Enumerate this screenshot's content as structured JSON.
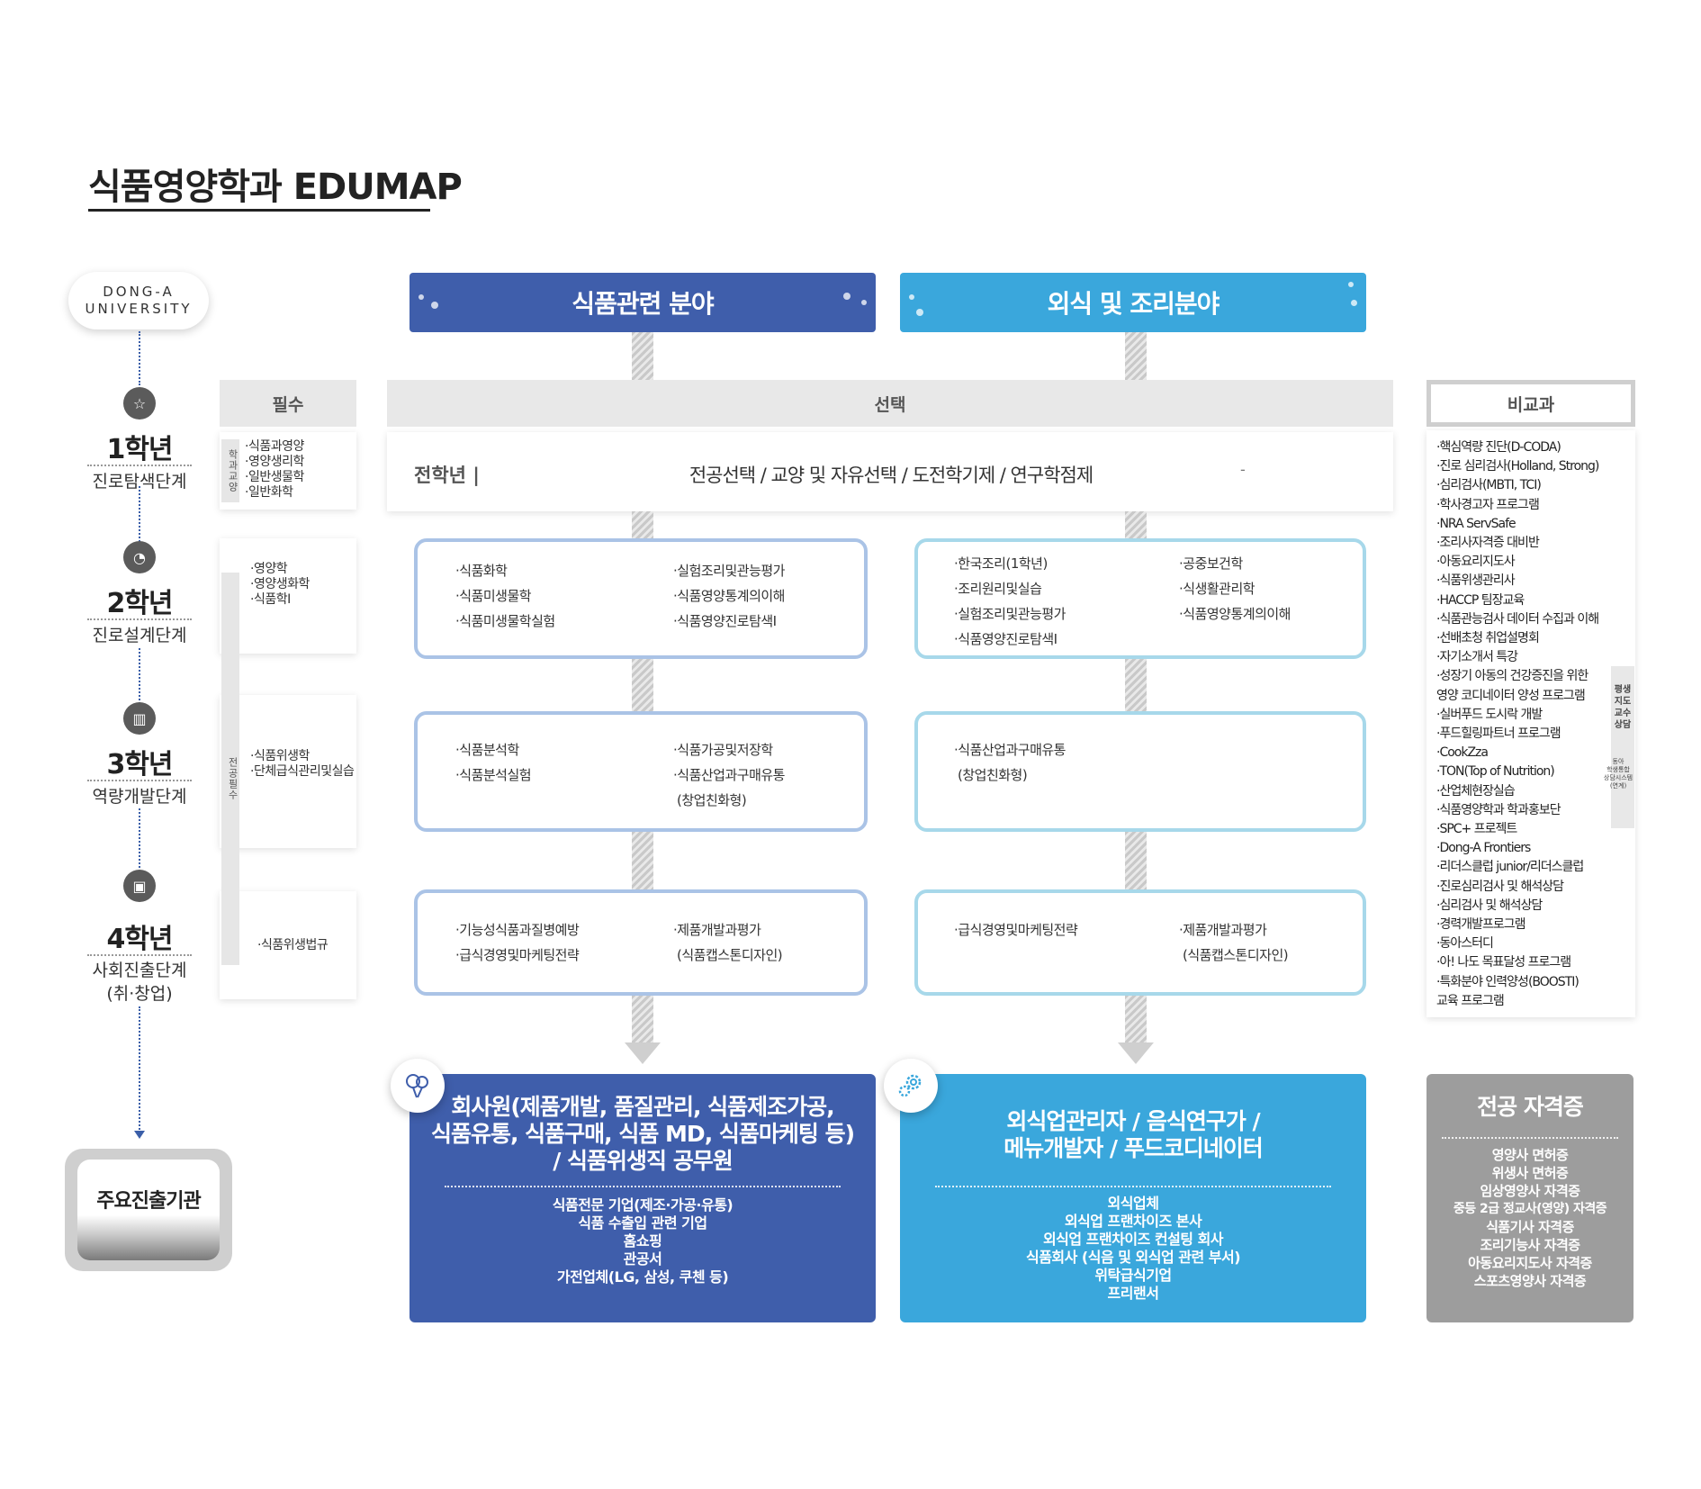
{
  "title": "식품영양학과 EDUMAP",
  "university": {
    "line1": "DONG-A",
    "line2": "UNIVERSITY"
  },
  "years": [
    {
      "year": "1학년",
      "stage": "진로탐색단계",
      "icon": "star-icon"
    },
    {
      "year": "2학년",
      "stage": "진로설계단계",
      "icon": "clock-icon"
    },
    {
      "year": "3학년",
      "stage": "역량개발단계",
      "icon": "chart-icon"
    },
    {
      "year": "4학년",
      "stage": "사회진출단계",
      "stage2": "(취·창업)",
      "icon": "briefcase-icon"
    }
  ],
  "outcome_label": "주요진출기관",
  "fields": {
    "food": "식품관련 분야",
    "dining": "외식 및 조리분야"
  },
  "labels": {
    "required": "필수",
    "elective": "선택",
    "extra": "비교과"
  },
  "required": {
    "tag_general": "학과교양",
    "tag_major": "전공필수",
    "y1": [
      "·식품과영양",
      "·영양생리학",
      "·일반생물학",
      "·일반화학"
    ],
    "y2": [
      "·영양학",
      "·영양생화학",
      "·식품학I"
    ],
    "y3": [
      "·식품위생학",
      "·단체급식관리및실습"
    ],
    "y4": [
      "·식품위생법규"
    ]
  },
  "grade_row": {
    "label": "전학년  |",
    "text": "전공선택 / 교양 및 자유선택 / 도전학기제 / 연구학점제",
    "dash": "-"
  },
  "food_courses": {
    "y2_left": [
      "·식품화학",
      "·식품미생물학",
      "·식품미생물학실험"
    ],
    "y2_right": [
      "·실험조리및관능평가",
      "·식품영양통계의이해",
      "·식품영양진로탐색I"
    ],
    "y3_left": [
      "·식품분석학",
      "·식품분석실험"
    ],
    "y3_right": [
      "·식품가공및저장학",
      "·식품산업과구매유통",
      "(창업친화형)"
    ],
    "y4_left": [
      "·기능성식품과질병예방",
      "·급식경영및마케팅전략"
    ],
    "y4_right": [
      "·제품개발과평가",
      "(식품캡스톤디자인)"
    ]
  },
  "dining_courses": {
    "y2_left": [
      "·한국조리(1학년)",
      "·조리원리및실습",
      "·실험조리및관능평가",
      "·식품영양진로탐색I"
    ],
    "y2_right": [
      "·공중보건학",
      "·식생활관리학",
      "·식품영양통계의이해"
    ],
    "y3_left": [
      "·식품산업과구매유통",
      "(창업친화형)"
    ],
    "y4_left": [
      "·급식경영및마케팅전략"
    ],
    "y4_right": [
      "·제품개발과평가",
      "(식품캡스톤디자인)"
    ]
  },
  "outcomes": {
    "food": {
      "title": [
        "회사원(제품개발, 품질관리, 식품제조가공,",
        "식품유통, 식품구매, 식품 MD, 식품마케팅 등)",
        "/ 식품위생직 공무원"
      ],
      "lines": [
        "식품전문 기업(제조·가공·유통)",
        "식품 수출입 관련 기업",
        "홈쇼핑",
        "관공서",
        "가전업체(LG, 삼성, 쿠첸 등)"
      ]
    },
    "dining": {
      "title": [
        "외식업관리자 / 음식연구가 /",
        "메뉴개발자 / 푸드코디네이터"
      ],
      "lines": [
        "외식업체",
        "외식업 프랜차이즈 본사",
        "외식업 프랜차이즈 컨설팅 회사",
        "식품회사 (식음 및 외식업 관련 부서)",
        "위탁급식기업",
        "프리랜서"
      ]
    },
    "license": {
      "title": "전공 자격증",
      "lines": [
        "영양사 면허증",
        "위생사 면허증",
        "임상영양사 자격증",
        "중등 2급 정교사(영양) 자격증",
        "식품기사 자격증",
        "조리기능사 자격증",
        "아동요리지도사 자격증",
        "스포츠영양사 자격증"
      ]
    }
  },
  "extra": [
    "·핵심역량 진단(D-CODA)",
    "·진로 심리검사(Holland, Strong)",
    "·심리검사(MBTI, TCI)",
    "·학사경고자 프로그램",
    "·NRA ServSafe",
    "·조리사자격증 대비반",
    "·아동요리지도사",
    "·식품위생관리사",
    "·HACCP 팀장교육",
    "·식품관능검사 데이터 수집과 이해",
    "·선배초청 취업설명회",
    "·자기소개서 특강",
    "·성장기 아동의 건강증진을 위한",
    " 영양 코디네이터 양성 프로그램",
    "·실버푸드 도시락 개발",
    "·푸드힐링파트너 프로그램",
    "·CookZza",
    "·TON(Top of Nutrition)",
    "·산업체현장실습",
    "·식품영양학과 학과홍보단",
    "·SPC+ 프로젝트",
    "·Dong-A Frontiers",
    "·리더스클럽 junior/리더스클럽",
    "·진로심리검사 및 해석상담",
    "·심리검사 및 해석상담",
    "·경력개발프로그램",
    "·동아스터디",
    "·아! 나도 목표달성 프로그램",
    "·특화분야 인력양성(BOOSTI)",
    " 교육 프로그램"
  ],
  "side_tag": {
    "text": "평생\n지도\n교수\n상담",
    "sub": "동아\n학생통합\n상담시스템\n(연계)"
  },
  "colors": {
    "food": "#3f5eab",
    "dining": "#3aa7dc",
    "license": "#9d9d9d"
  }
}
